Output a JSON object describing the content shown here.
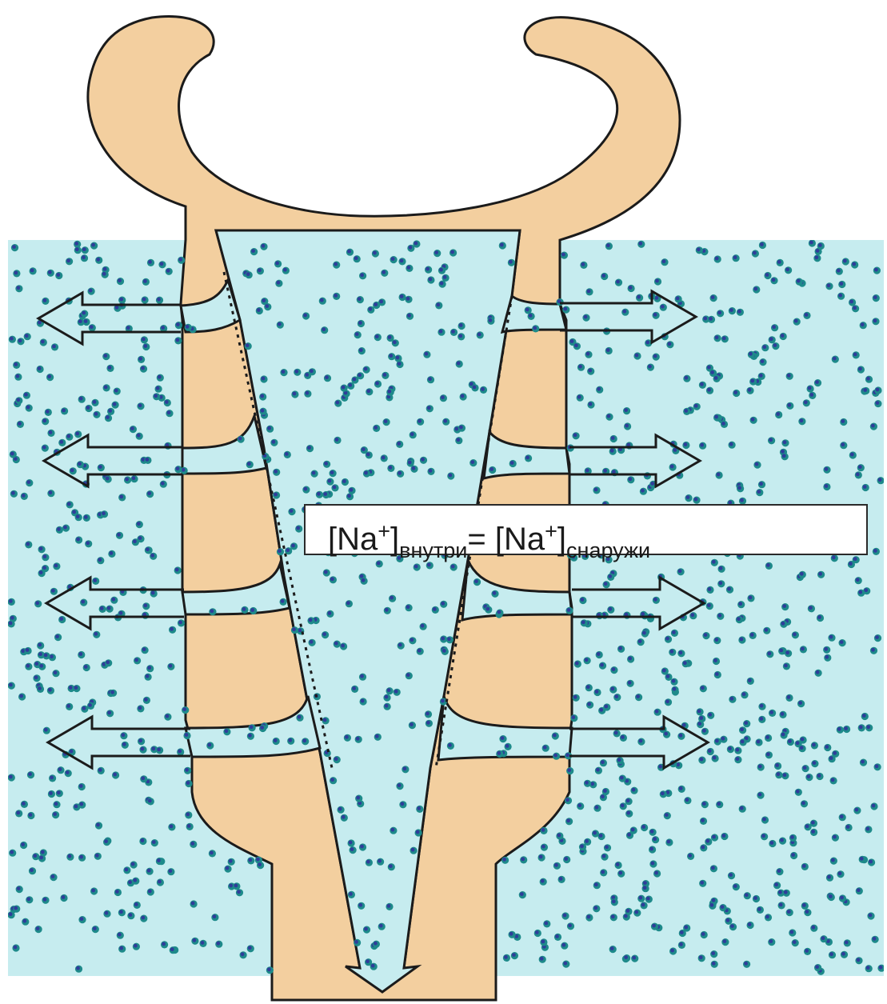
{
  "colors": {
    "tissue": "#f3cf9f",
    "fluid": "#c6ecef",
    "dot_outer": "#1e8a8a",
    "dot_inner": "#2f3d9a",
    "outline": "#1b1b1b"
  },
  "label": {
    "bracket_open": "[",
    "ion": "Na",
    "charge": "+",
    "bracket_close": "]",
    "sub_inside": "внутри",
    "equals": "=",
    "sub_outside": "снаружи"
  },
  "icons": {
    "arrows": "double-headed-arrow",
    "flow": "down-arrow",
    "particles": "sodium-ion-dot"
  }
}
